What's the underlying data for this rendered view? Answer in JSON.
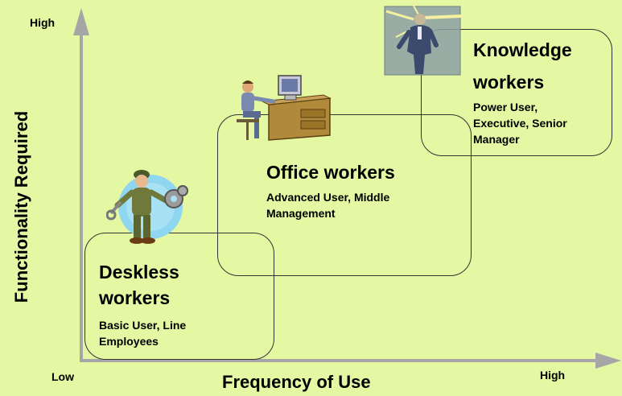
{
  "axes": {
    "y_title": "Functionality Required",
    "y_high": "High",
    "x_title": "Frequency of Use",
    "x_low": "Low",
    "x_high": "High"
  },
  "tiers": [
    {
      "title_line1": "Deskless",
      "title_line2": "workers",
      "desc_line1": "Basic User, Line",
      "desc_line2": "Employees",
      "icon": "mechanic-clipart"
    },
    {
      "title_line1": "Office workers",
      "desc_line1": "Advanced User, Middle",
      "desc_line2": "Management",
      "icon": "office-desk-clipart"
    },
    {
      "title_line1": "Knowledge",
      "title_line2": "workers",
      "desc_line1": "Power User,",
      "desc_line2": "Executive, Senior",
      "desc_line3": "Manager",
      "icon": "executive-clipart"
    }
  ],
  "colors": {
    "background": "#e4f7a3",
    "axis": "#a9a9a9"
  }
}
